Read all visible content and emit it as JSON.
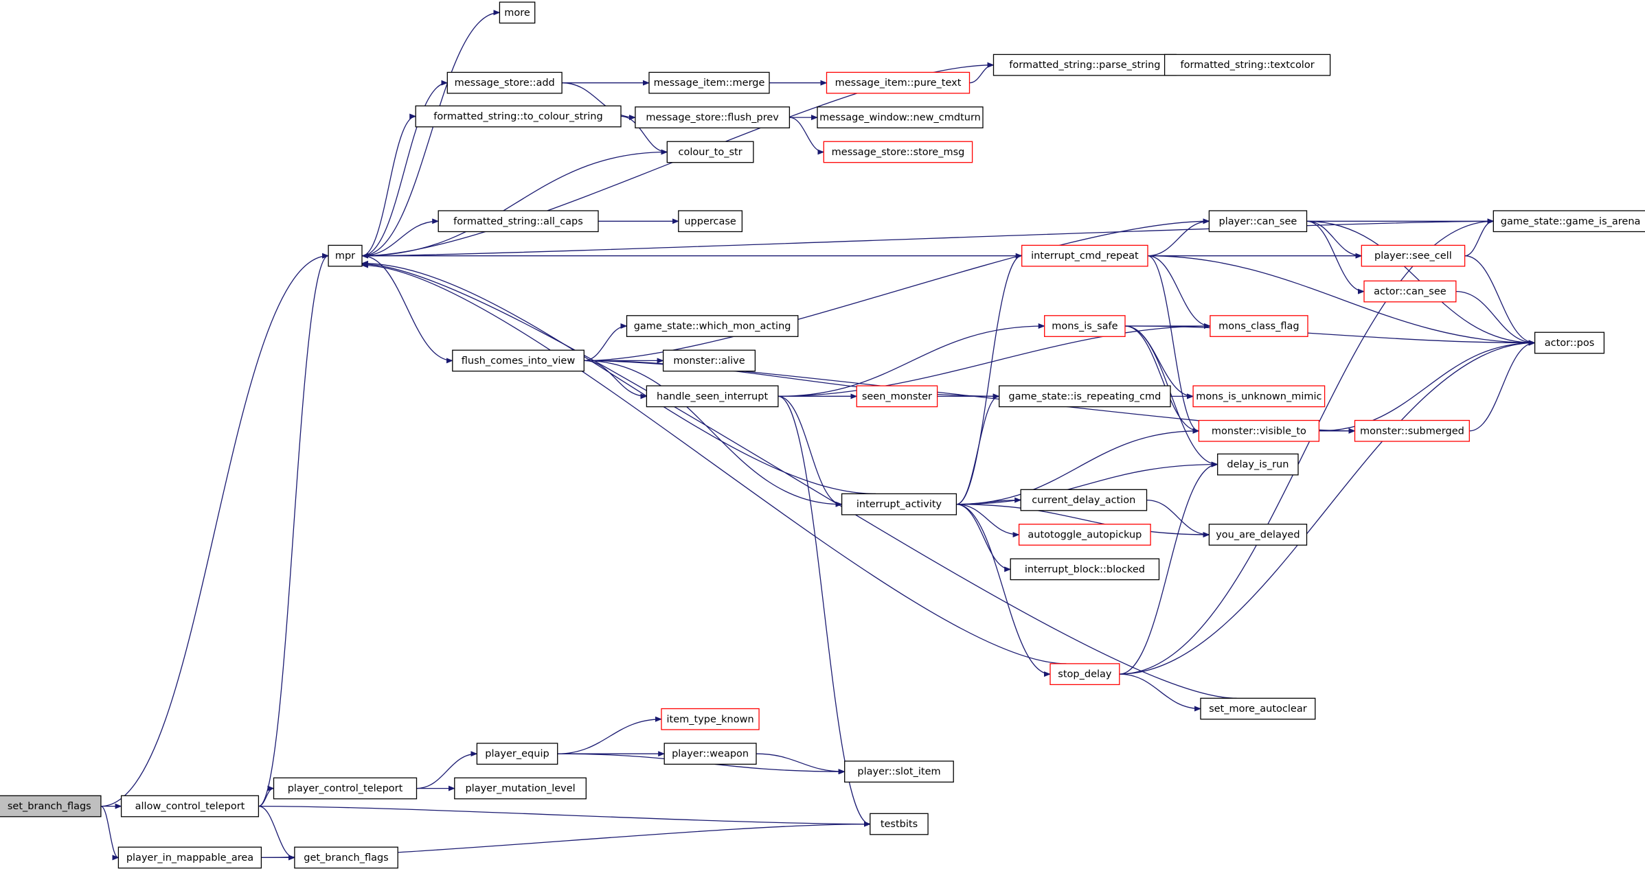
{
  "colors": {
    "edge": "#191970",
    "node_border": "#000000",
    "truncated_border": "#ff0000",
    "root_fill": "#bfbfbf"
  },
  "nodes": [
    {
      "id": "set_branch_flags",
      "label": "set_branch_flags",
      "kind": "root"
    },
    {
      "id": "allow_control_teleport",
      "label": "allow_control_teleport"
    },
    {
      "id": "player_in_mappable_area",
      "label": "player_in_mappable_area"
    },
    {
      "id": "mpr",
      "label": "mpr"
    },
    {
      "id": "more",
      "label": "more"
    },
    {
      "id": "message_store_add",
      "label": "message_store::add"
    },
    {
      "id": "formatted_string_to_colour_string",
      "label": "formatted_string::to_colour_string"
    },
    {
      "id": "formatted_string_all_caps",
      "label": "formatted_string::all_caps"
    },
    {
      "id": "flush_comes_into_view",
      "label": "flush_comes_into_view"
    },
    {
      "id": "message_item_merge",
      "label": "message_item::merge"
    },
    {
      "id": "message_item_pure_text",
      "label": "message_item::pure_text",
      "kind": "red"
    },
    {
      "id": "formatted_string_parse_string",
      "label": "formatted_string::parse_string"
    },
    {
      "id": "formatted_string_textcolor",
      "label": "formatted_string::textcolor"
    },
    {
      "id": "message_store_flush_prev",
      "label": "message_store::flush_prev"
    },
    {
      "id": "message_window_new_cmdturn",
      "label": "message_window::new_cmdturn"
    },
    {
      "id": "message_store_store_msg",
      "label": "message_store::store_msg",
      "kind": "red"
    },
    {
      "id": "colour_to_str",
      "label": "colour_to_str"
    },
    {
      "id": "uppercase",
      "label": "uppercase"
    },
    {
      "id": "player_can_see",
      "label": "player::can_see"
    },
    {
      "id": "game_state_game_is_arena",
      "label": "game_state::game_is_arena"
    },
    {
      "id": "interrupt_cmd_repeat",
      "label": "interrupt_cmd_repeat",
      "kind": "red"
    },
    {
      "id": "player_see_cell",
      "label": "player::see_cell",
      "kind": "red"
    },
    {
      "id": "actor_can_see",
      "label": "actor::can_see",
      "kind": "red"
    },
    {
      "id": "actor_pos",
      "label": "actor::pos"
    },
    {
      "id": "game_state_which_mon_acting",
      "label": "game_state::which_mon_acting"
    },
    {
      "id": "mons_is_safe",
      "label": "mons_is_safe",
      "kind": "red"
    },
    {
      "id": "mons_class_flag",
      "label": "mons_class_flag",
      "kind": "red"
    },
    {
      "id": "monster_alive",
      "label": "monster::alive"
    },
    {
      "id": "handle_seen_interrupt",
      "label": "handle_seen_interrupt"
    },
    {
      "id": "seen_monster",
      "label": "seen_monster",
      "kind": "red"
    },
    {
      "id": "game_state_is_repeating_cmd",
      "label": "game_state::is_repeating_cmd"
    },
    {
      "id": "mons_is_unknown_mimic",
      "label": "mons_is_unknown_mimic",
      "kind": "red"
    },
    {
      "id": "monster_visible_to",
      "label": "monster::visible_to",
      "kind": "red"
    },
    {
      "id": "monster_submerged",
      "label": "monster::submerged",
      "kind": "red"
    },
    {
      "id": "delay_is_run",
      "label": "delay_is_run"
    },
    {
      "id": "interrupt_activity",
      "label": "interrupt_activity"
    },
    {
      "id": "current_delay_action",
      "label": "current_delay_action"
    },
    {
      "id": "autotoggle_autopickup",
      "label": "autotoggle_autopickup",
      "kind": "red"
    },
    {
      "id": "you_are_delayed",
      "label": "you_are_delayed"
    },
    {
      "id": "interrupt_block_blocked",
      "label": "interrupt_block::blocked"
    },
    {
      "id": "stop_delay",
      "label": "stop_delay",
      "kind": "red"
    },
    {
      "id": "set_more_autoclear",
      "label": "set_more_autoclear"
    },
    {
      "id": "item_type_known",
      "label": "item_type_known",
      "kind": "red"
    },
    {
      "id": "player_equip",
      "label": "player_equip"
    },
    {
      "id": "player_weapon",
      "label": "player::weapon"
    },
    {
      "id": "player_slot_item",
      "label": "player::slot_item"
    },
    {
      "id": "player_control_teleport",
      "label": "player_control_teleport"
    },
    {
      "id": "player_mutation_level",
      "label": "player_mutation_level"
    },
    {
      "id": "testbits",
      "label": "testbits"
    },
    {
      "id": "get_branch_flags",
      "label": "get_branch_flags"
    }
  ],
  "edges": [
    [
      "set_branch_flags",
      "mpr"
    ],
    [
      "set_branch_flags",
      "allow_control_teleport"
    ],
    [
      "set_branch_flags",
      "player_in_mappable_area"
    ],
    [
      "allow_control_teleport",
      "mpr"
    ],
    [
      "allow_control_teleport",
      "player_control_teleport"
    ],
    [
      "allow_control_teleport",
      "get_branch_flags"
    ],
    [
      "allow_control_teleport",
      "testbits"
    ],
    [
      "player_in_mappable_area",
      "get_branch_flags"
    ],
    [
      "player_in_mappable_area",
      "testbits"
    ],
    [
      "mpr",
      "more"
    ],
    [
      "mpr",
      "formatted_string_parse_string"
    ],
    [
      "mpr",
      "message_store_add"
    ],
    [
      "mpr",
      "formatted_string_to_colour_string"
    ],
    [
      "mpr",
      "colour_to_str"
    ],
    [
      "mpr",
      "game_state_game_is_arena"
    ],
    [
      "mpr",
      "formatted_string_all_caps"
    ],
    [
      "mpr",
      "flush_comes_into_view"
    ],
    [
      "message_store_add",
      "message_item_merge"
    ],
    [
      "message_store_add",
      "message_store_flush_prev"
    ],
    [
      "message_item_merge",
      "message_item_pure_text"
    ],
    [
      "message_item_pure_text",
      "formatted_string_parse_string"
    ],
    [
      "formatted_string_parse_string",
      "formatted_string_textcolor"
    ],
    [
      "message_store_flush_prev",
      "message_window_new_cmdturn"
    ],
    [
      "message_store_flush_prev",
      "message_store_store_msg"
    ],
    [
      "formatted_string_to_colour_string",
      "colour_to_str"
    ],
    [
      "formatted_string_all_caps",
      "uppercase"
    ],
    [
      "flush_comes_into_view",
      "player_can_see"
    ],
    [
      "flush_comes_into_view",
      "game_state_which_mon_acting"
    ],
    [
      "flush_comes_into_view",
      "monster_alive"
    ],
    [
      "flush_comes_into_view",
      "handle_seen_interrupt"
    ],
    [
      "flush_comes_into_view",
      "game_state_is_repeating_cmd"
    ],
    [
      "flush_comes_into_view",
      "monster_submerged"
    ],
    [
      "flush_comes_into_view",
      "interrupt_activity"
    ],
    [
      "player_can_see",
      "game_state_game_is_arena"
    ],
    [
      "player_can_see",
      "player_see_cell"
    ],
    [
      "player_can_see",
      "actor_can_see"
    ],
    [
      "player_can_see",
      "actor_pos"
    ],
    [
      "interrupt_cmd_repeat",
      "mpr"
    ],
    [
      "interrupt_cmd_repeat",
      "player_can_see"
    ],
    [
      "interrupt_cmd_repeat",
      "player_see_cell"
    ],
    [
      "interrupt_cmd_repeat",
      "mons_class_flag"
    ],
    [
      "interrupt_cmd_repeat",
      "actor_pos"
    ],
    [
      "interrupt_cmd_repeat",
      "monster_visible_to"
    ],
    [
      "player_see_cell",
      "game_state_game_is_arena"
    ],
    [
      "player_see_cell",
      "actor_pos"
    ],
    [
      "actor_can_see",
      "actor_pos"
    ],
    [
      "handle_seen_interrupt",
      "mons_class_flag"
    ],
    [
      "handle_seen_interrupt",
      "mons_is_safe"
    ],
    [
      "handle_seen_interrupt",
      "mons_is_unknown_mimic"
    ],
    [
      "handle_seen_interrupt",
      "seen_monster"
    ],
    [
      "handle_seen_interrupt",
      "interrupt_activity"
    ],
    [
      "handle_seen_interrupt",
      "testbits"
    ],
    [
      "mons_is_safe",
      "mons_class_flag"
    ],
    [
      "mons_is_safe",
      "actor_pos"
    ],
    [
      "mons_is_safe",
      "mons_is_unknown_mimic"
    ],
    [
      "mons_is_safe",
      "monster_visible_to"
    ],
    [
      "mons_is_safe",
      "delay_is_run"
    ],
    [
      "monster_visible_to",
      "actor_pos"
    ],
    [
      "monster_visible_to",
      "monster_submerged"
    ],
    [
      "monster_submerged",
      "actor_pos"
    ],
    [
      "interrupt_activity",
      "mpr"
    ],
    [
      "interrupt_activity",
      "interrupt_cmd_repeat"
    ],
    [
      "interrupt_activity",
      "game_state_is_repeating_cmd"
    ],
    [
      "interrupt_activity",
      "monster_visible_to"
    ],
    [
      "interrupt_activity",
      "delay_is_run"
    ],
    [
      "interrupt_activity",
      "current_delay_action"
    ],
    [
      "interrupt_activity",
      "autotoggle_autopickup"
    ],
    [
      "interrupt_activity",
      "interrupt_block_blocked"
    ],
    [
      "interrupt_activity",
      "you_are_delayed"
    ],
    [
      "interrupt_activity",
      "stop_delay"
    ],
    [
      "current_delay_action",
      "you_are_delayed"
    ],
    [
      "stop_delay",
      "mpr"
    ],
    [
      "stop_delay",
      "delay_is_run"
    ],
    [
      "stop_delay",
      "game_state_game_is_arena"
    ],
    [
      "stop_delay",
      "actor_pos"
    ],
    [
      "stop_delay",
      "set_more_autoclear"
    ],
    [
      "set_more_autoclear",
      "mpr"
    ],
    [
      "player_equip",
      "item_type_known"
    ],
    [
      "player_equip",
      "player_weapon"
    ],
    [
      "player_equip",
      "player_slot_item"
    ],
    [
      "player_weapon",
      "player_slot_item"
    ],
    [
      "player_control_teleport",
      "player_equip"
    ],
    [
      "player_control_teleport",
      "player_mutation_level"
    ]
  ]
}
